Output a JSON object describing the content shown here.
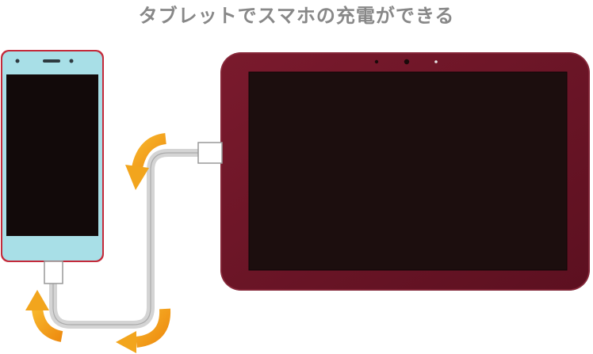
{
  "caption": "タブレットでスマホの充電ができる",
  "colors": {
    "caption_text": "#888888",
    "phone_body": "#a8dfe7",
    "phone_edge": "#c42a3a",
    "screen": "#120a0a",
    "tablet_body": "#6d1526",
    "tablet_screen": "#1c0e0e",
    "cable": "#bdbdbd",
    "arrow": "#f2a51d"
  },
  "icons": {
    "phone": "smartphone",
    "tablet": "tablet",
    "cable": "usb-cable",
    "arrows": "curved-arrow"
  }
}
